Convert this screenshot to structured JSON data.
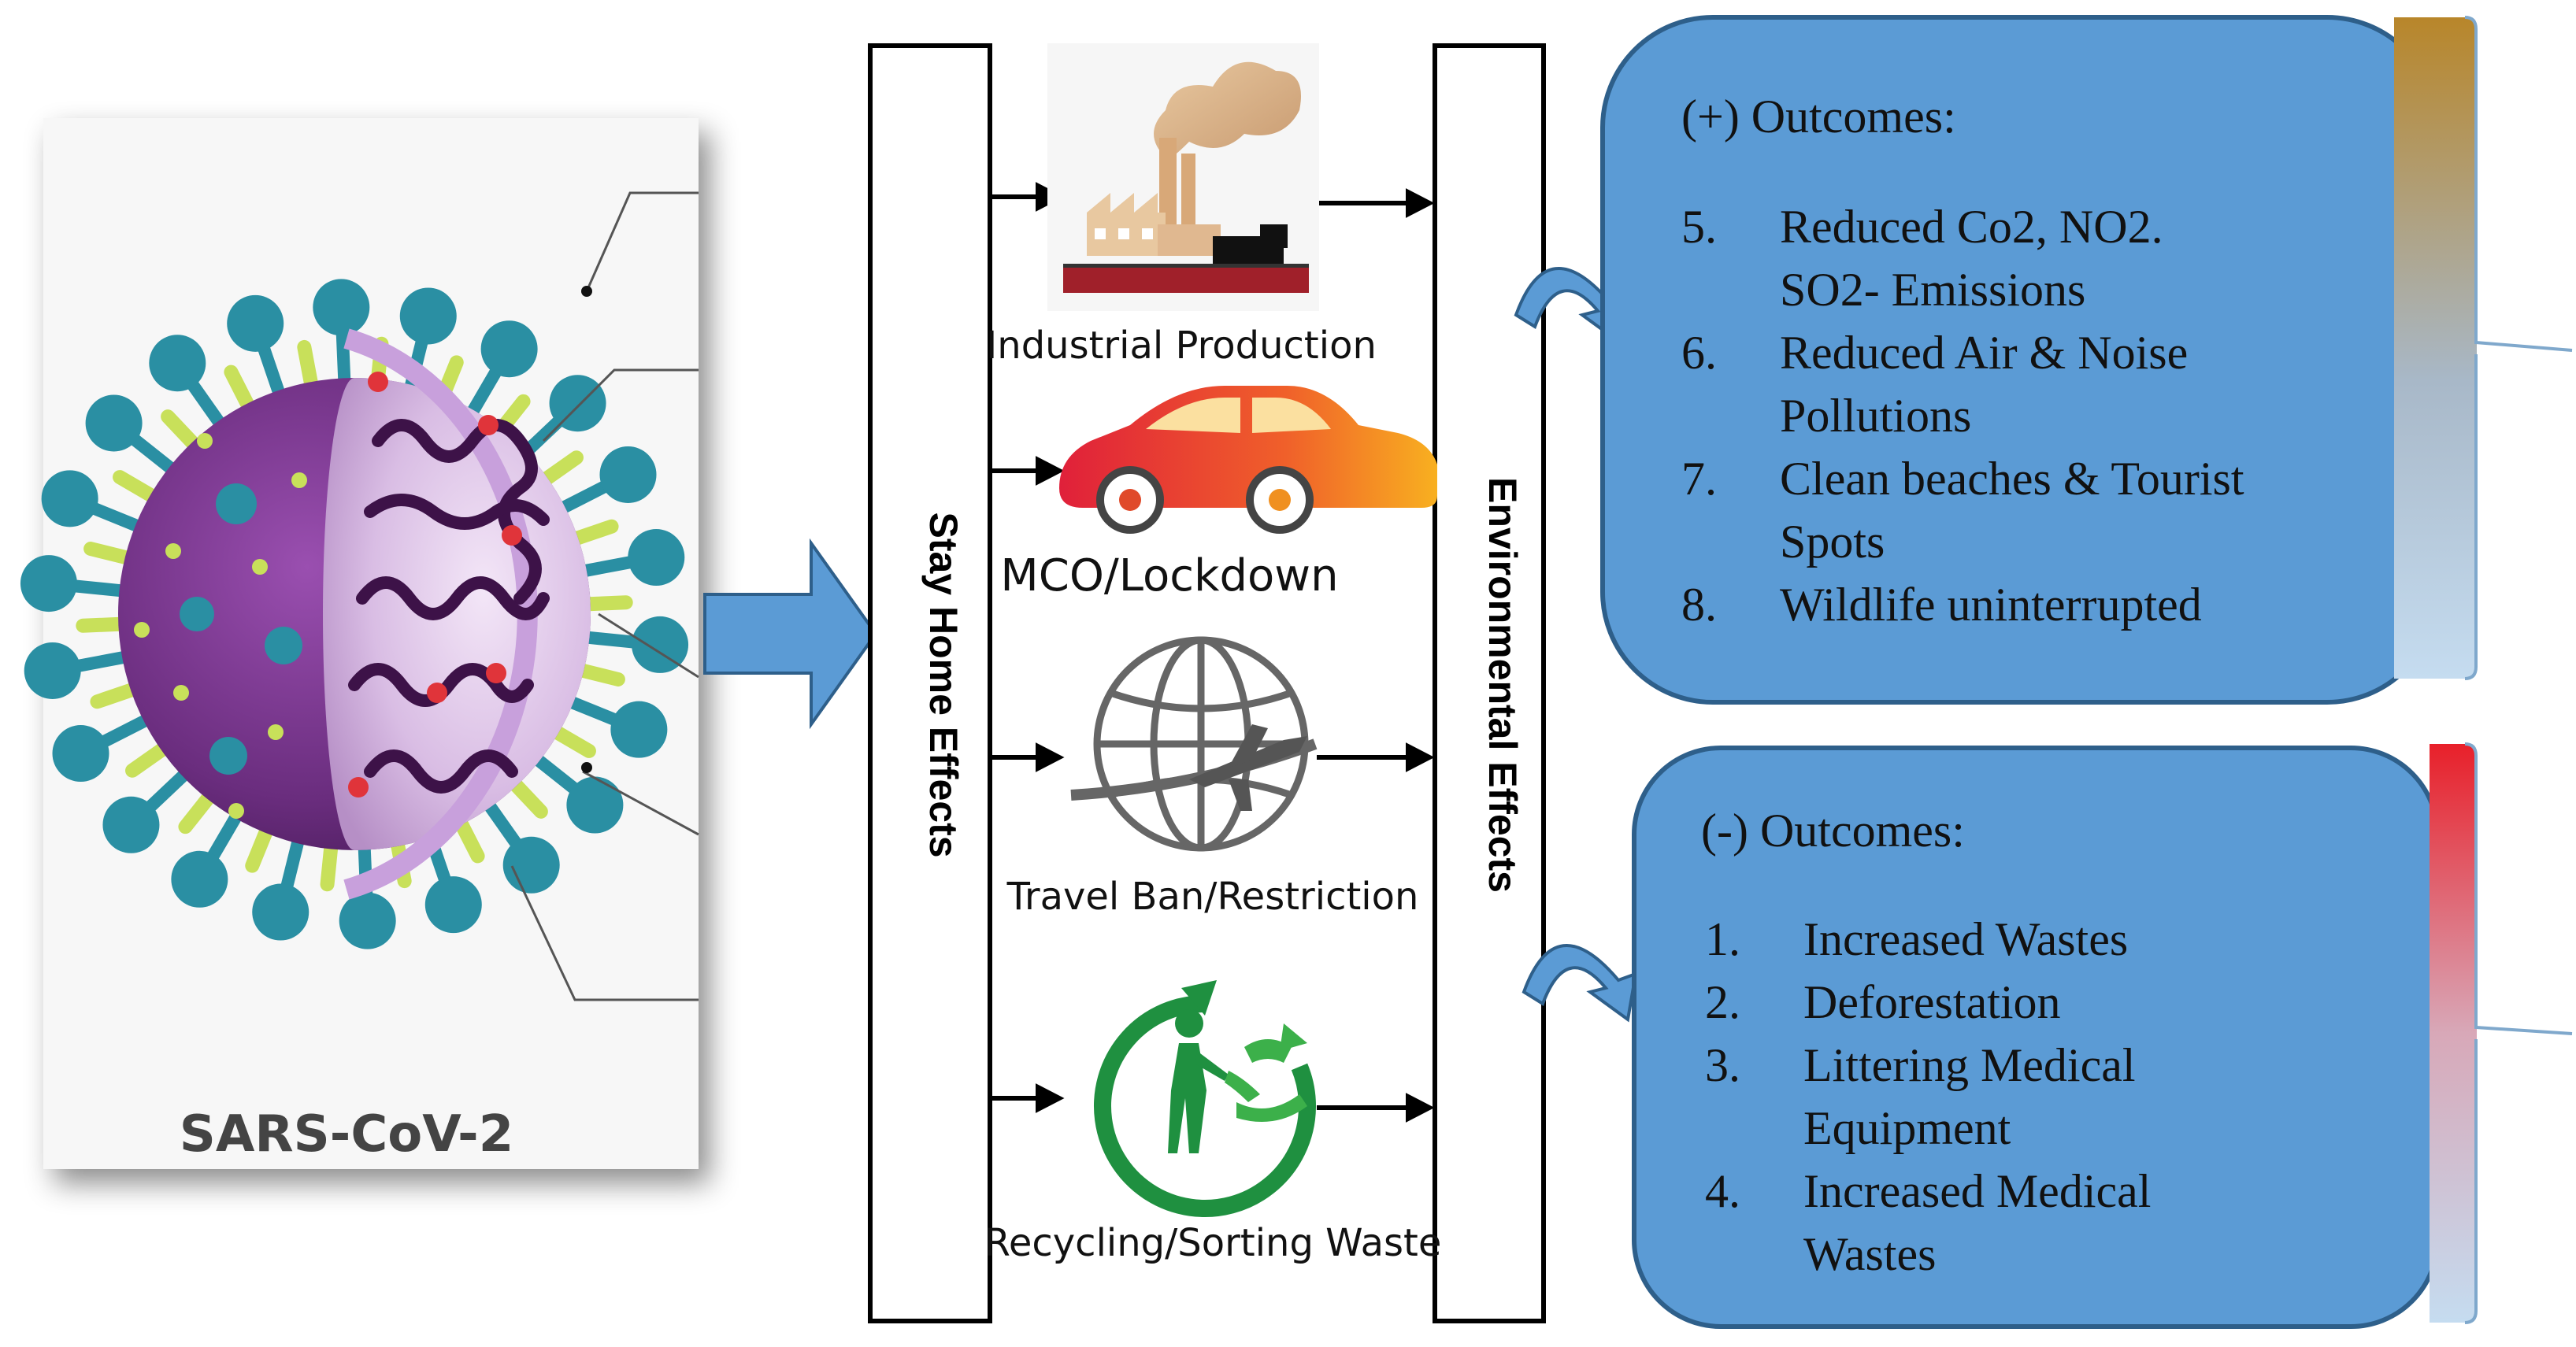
{
  "virus_panel": {
    "caption": "SARS-CoV-2"
  },
  "stay_home": {
    "label": "Stay Home Effects"
  },
  "environmental": {
    "label": "Environmental Effects"
  },
  "effects": [
    {
      "label": "Industrial Production",
      "icon": "factory-icon"
    },
    {
      "label": "MCO/Lockdown",
      "icon": "car-icon"
    },
    {
      "label": "Travel Ban/Restriction",
      "icon": "globe-airplane-icon"
    },
    {
      "label": "Recycling/Sorting Waste",
      "icon": "recycling-icon"
    }
  ],
  "positive": {
    "title": "(+) Outcomes:",
    "items": [
      {
        "num": "5.",
        "lines": [
          "Reduced Co2, NO2.",
          "SO2- Emissions"
        ]
      },
      {
        "num": "6.",
        "lines": [
          "Reduced Air & Noise",
          "Pollutions"
        ]
      },
      {
        "num": "7.",
        "lines": [
          "Clean beaches & Tourist",
          "Spots"
        ]
      },
      {
        "num": "8.",
        "lines": [
          "Wildlife uninterrupted"
        ]
      }
    ]
  },
  "negative": {
    "title": "(-) Outcomes:",
    "items": [
      {
        "num": "1.",
        "lines": [
          "Increased Wastes"
        ]
      },
      {
        "num": "2.",
        "lines": [
          "Deforestation"
        ]
      },
      {
        "num": "3.",
        "lines": [
          "Littering Medical",
          "Equipment"
        ]
      },
      {
        "num": "4.",
        "lines": [
          "Increased Medical",
          "Wastes"
        ]
      }
    ]
  },
  "colors": {
    "box_fill": "#5b9bd5",
    "box_stroke": "#2e5f8a",
    "virus_purple": "#6a2d7e",
    "spike_teal": "#2a8fa3",
    "positive_bar": "#b8862a",
    "negative_bar": "#e8202a"
  }
}
